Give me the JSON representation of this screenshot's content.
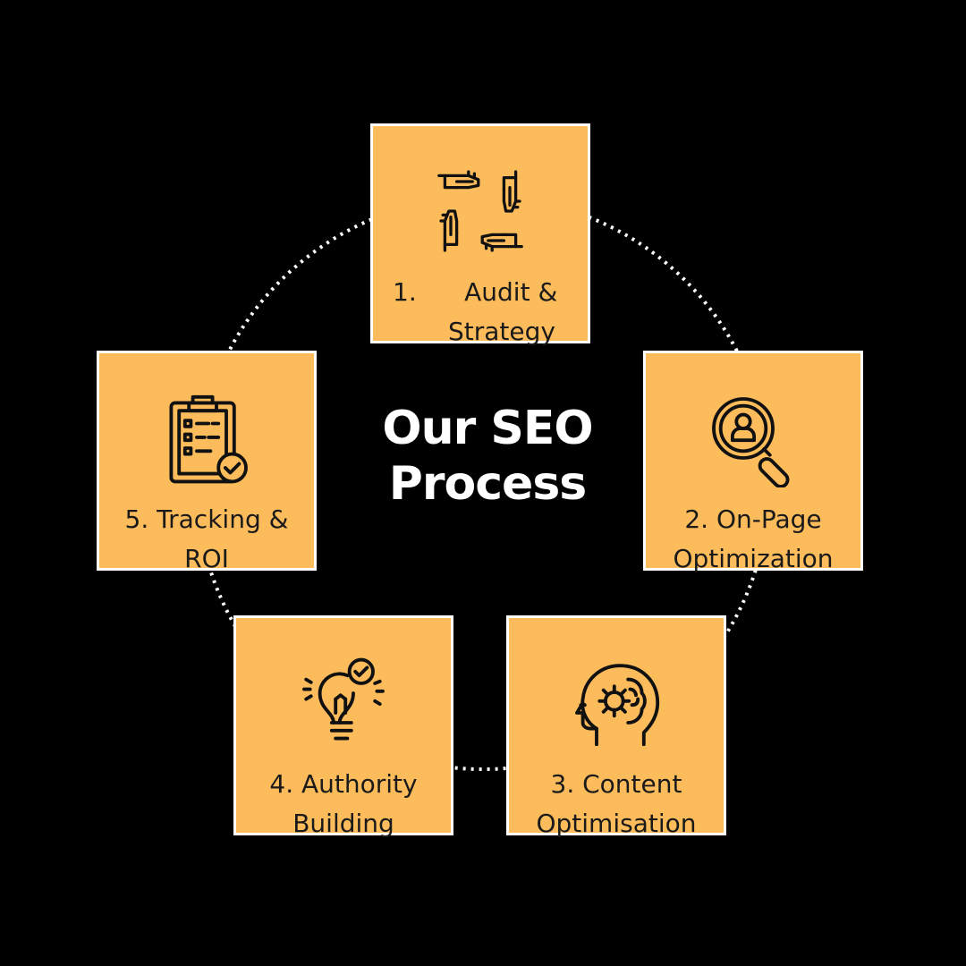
{
  "title": {
    "line1": "Our SEO",
    "line2": "Process"
  },
  "steps": [
    {
      "icon": "hands-teamwork-icon",
      "line1": "1.      Audit &",
      "line2": "Strategy"
    },
    {
      "icon": "user-search-icon",
      "line1": "2. On-Page",
      "line2": "Optimization"
    },
    {
      "icon": "head-gear-brain-icon",
      "line1": "3. Content",
      "line2": "Optimisation"
    },
    {
      "icon": "lightbulb-check-icon",
      "line1": "4. Authority",
      "line2": "Building"
    },
    {
      "icon": "clipboard-checklist-icon",
      "line1": "5. Tracking &",
      "line2": "ROI"
    }
  ],
  "colors": {
    "background": "#000000",
    "card": "#FDBC5B",
    "card_border": "#ffffff",
    "ring": "#ffffff",
    "title": "#ffffff",
    "label": "#1a1a1a"
  }
}
